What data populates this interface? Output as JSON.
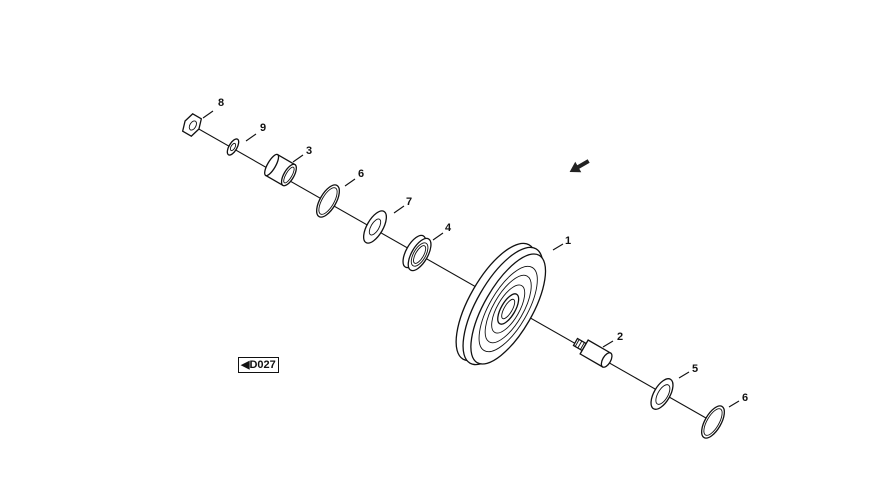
{
  "diagram": {
    "callouts": [
      "8",
      "9",
      "3",
      "6",
      "7",
      "4",
      "1",
      "2",
      "5",
      "6"
    ],
    "reference_tag": "D027",
    "reference_icon": "triangle-left-icon",
    "direction_icon": "arrow-down-left-icon"
  }
}
